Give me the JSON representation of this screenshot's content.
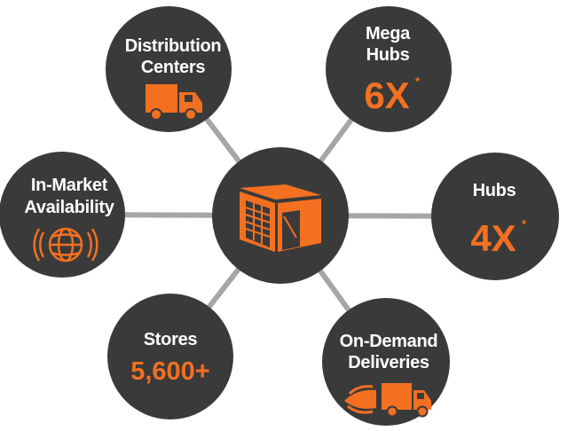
{
  "colors": {
    "circle": "#3a3a3a",
    "accent": "#f37021",
    "connector": "#a6a6a6",
    "text": "#ffffff"
  },
  "center": {
    "icon": "warehouse-icon"
  },
  "nodes": {
    "distribution_centers": {
      "title_lines": [
        "Distribution",
        "Centers"
      ],
      "icon": "truck-icon"
    },
    "mega_hubs": {
      "title_lines": [
        "Mega",
        "Hubs"
      ],
      "value": "6X",
      "footnote": "*"
    },
    "in_market": {
      "title_lines": [
        "In-Market",
        "Availability"
      ],
      "icon": "globe-icon"
    },
    "hubs": {
      "title_lines": [
        "Hubs"
      ],
      "value": "4X",
      "footnote": "*"
    },
    "stores": {
      "title_lines": [
        "Stores"
      ],
      "value": "5,600+"
    },
    "on_demand": {
      "title_lines": [
        "On-Demand",
        "Deliveries"
      ],
      "icon": "speeding-truck-icon"
    }
  }
}
